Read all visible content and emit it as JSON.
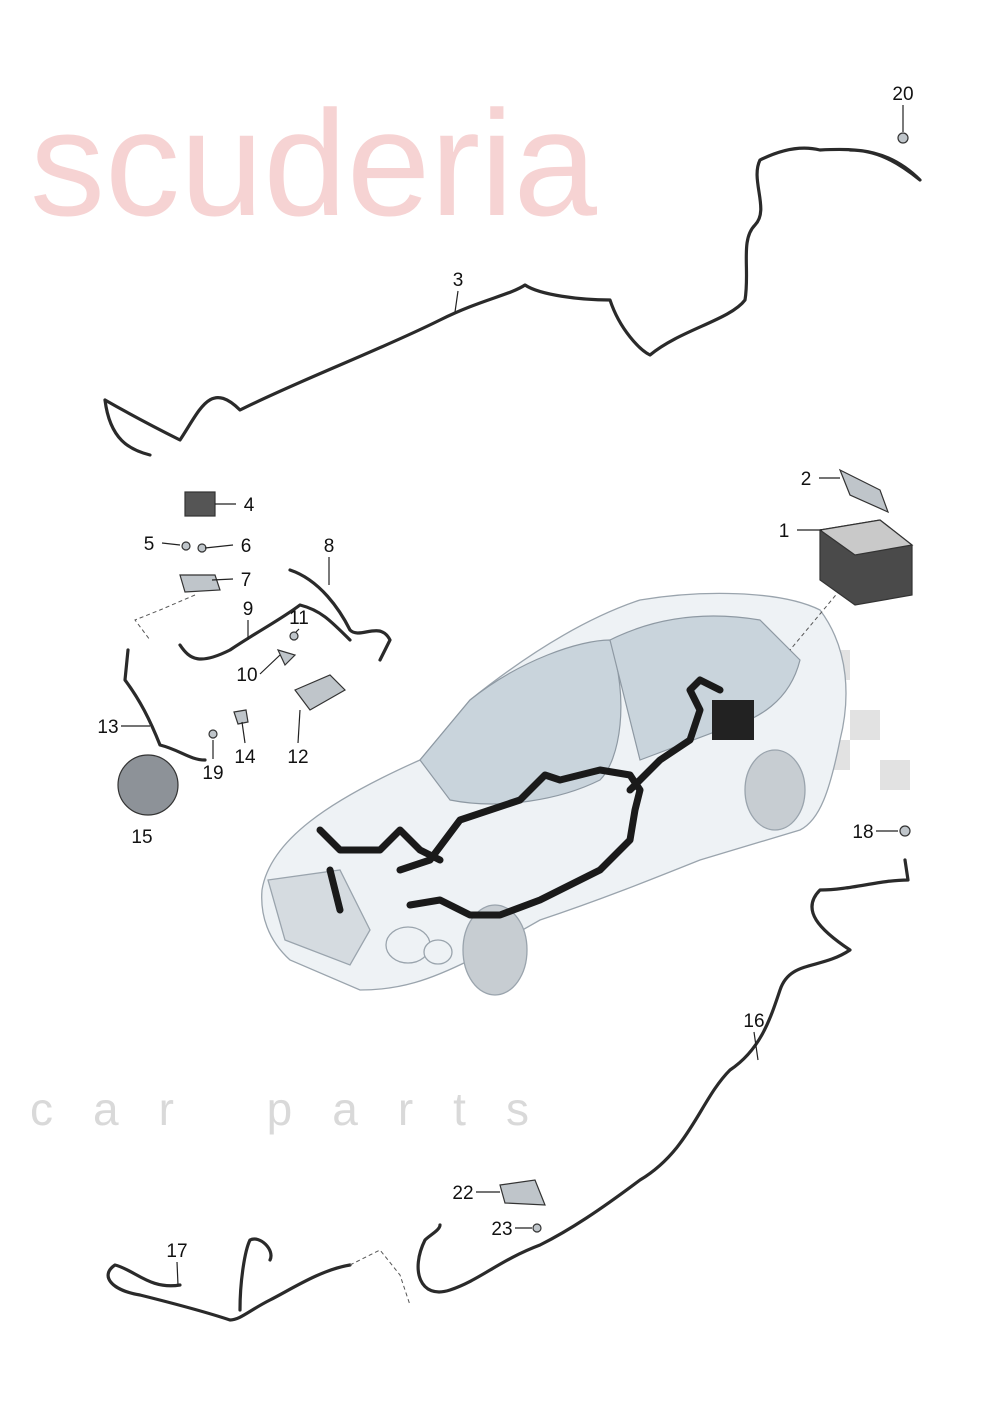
{
  "watermark": {
    "brand": "scuderia",
    "sub": "car parts",
    "color": "#f3c4c4"
  },
  "callouts": [
    "1",
    "2",
    "3",
    "4",
    "5",
    "6",
    "7",
    "8",
    "9",
    "10",
    "11",
    "12",
    "13",
    "14",
    "15",
    "16",
    "17",
    "18",
    "19",
    "20",
    "22",
    "23"
  ]
}
